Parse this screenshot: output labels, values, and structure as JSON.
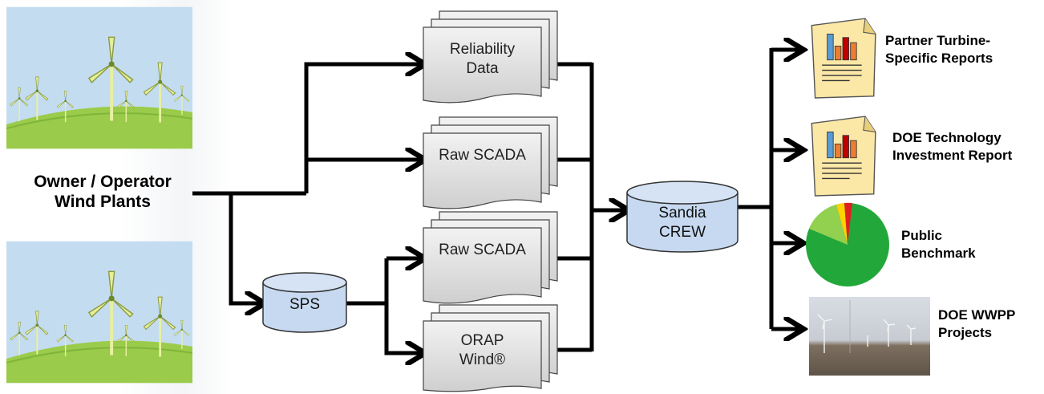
{
  "source": {
    "line1": "Owner / Operator",
    "line2": "Wind Plants"
  },
  "docs": {
    "reliability": {
      "line1": "Reliability",
      "line2": "Data"
    },
    "raw_scada_top": "Raw SCADA",
    "raw_scada_bottom": "Raw SCADA",
    "orap": {
      "line1": "ORAP",
      "line2": "Wind®"
    }
  },
  "databases": {
    "sps": "SPS",
    "crew": {
      "line1": "Sandia",
      "line2": "CREW"
    }
  },
  "outputs": {
    "partner": {
      "line1": "Partner Turbine-",
      "line2": "Specific Reports"
    },
    "doe_tech": {
      "line1": "DOE Technology",
      "line2": "Investment Report"
    },
    "benchmark": {
      "line1": "Public",
      "line2": "Benchmark"
    },
    "wwpp": {
      "line1": "DOE WWPP",
      "line2": "Projects"
    }
  },
  "colors": {
    "arrow": "#000000",
    "db_fill": "#c6d9f0",
    "doc_fill": "#d9d9d9",
    "report_fill": "#fde9a9",
    "pie_green": "#22a83a",
    "pie_light_green": "#92d050",
    "pie_yellow": "#ffd200",
    "pie_red": "#e02020",
    "sky": "#c3dcf0",
    "grass": "#9bcb4a"
  }
}
